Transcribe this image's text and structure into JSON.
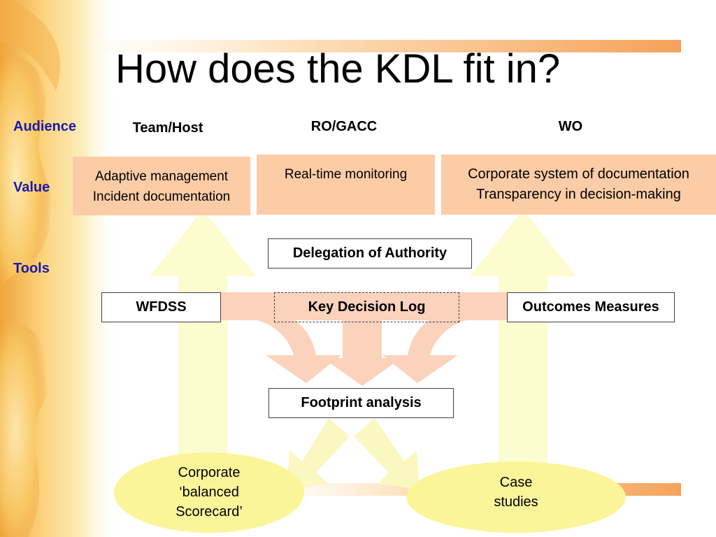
{
  "title": "How does the KDL fit in?",
  "row_labels": {
    "audience": "Audience",
    "value": "Value",
    "tools": "Tools"
  },
  "audiences": {
    "team_host": "Team/Host",
    "ro_gacc": "RO/GACC",
    "wo": "WO"
  },
  "values": {
    "team_host": [
      "Adaptive management",
      "Incident documentation"
    ],
    "ro_gacc": [
      "Real-time monitoring"
    ],
    "wo": [
      "Corporate system of documentation",
      "Transparency in decision-making"
    ]
  },
  "tools": {
    "delegation": "Delegation of Authority",
    "wfdss": "WFDSS",
    "kdl": "Key Decision Log",
    "outcomes": "Outcomes Measures",
    "footprint": "Footprint analysis"
  },
  "outputs": {
    "scorecard": [
      "Corporate",
      "‘balanced",
      "Scorecard’"
    ],
    "case_studies": [
      "Case",
      "studies"
    ]
  },
  "colors": {
    "value_fill": "#fccca6",
    "arrow_up": "#fdfbd0",
    "arrow_salmon": "#fbd2bc",
    "ellipse_fill": "#fbf59a",
    "label_blue": "#1a1aa8",
    "bar_orange": "#f5a25a"
  }
}
